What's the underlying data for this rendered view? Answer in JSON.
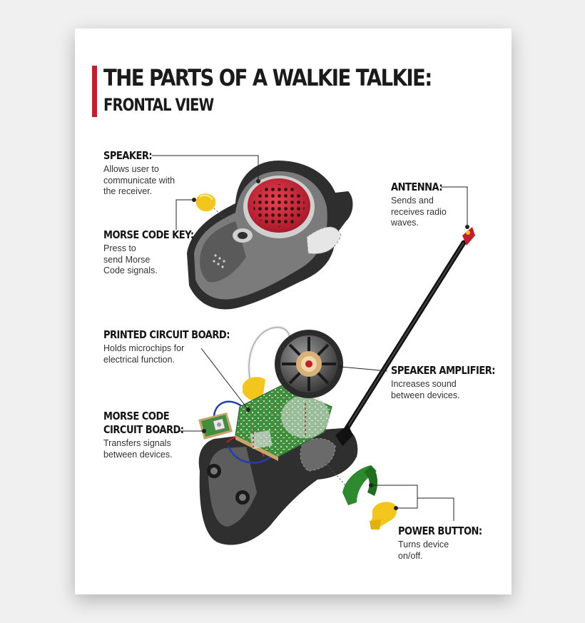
{
  "header": {
    "title": "THE PARTS OF A WALKIE TALKIE:",
    "subtitle": "FRONTAL VIEW",
    "accent_color": "#c0202e"
  },
  "parts": {
    "speaker": {
      "name": "SPEAKER:",
      "desc": "Allows user to\ncommunicate with\nthe receiver."
    },
    "morse_code_key": {
      "name": "MORSE CODE KEY:",
      "desc": "Press to\nsend Morse\nCode signals."
    },
    "antenna": {
      "name": "ANTENNA:",
      "desc": "Sends and\nreceives radio\nwaves."
    },
    "printed_circuit_board": {
      "name": "PRINTED CIRCUIT BOARD:",
      "desc": "Holds microchips for\nelectrical function."
    },
    "speaker_amplifier": {
      "name": "SPEAKER AMPLIFIER:",
      "desc": "Increases sound\nbetween devices."
    },
    "morse_code_circuit_board": {
      "name_line1": "MORSE CODE",
      "name_line2": "CIRCUIT BOARD:",
      "desc": "Transfers signals\nbetween devices."
    },
    "power_button": {
      "name": "POWER BUTTON:",
      "desc": "Turns device\non/off."
    }
  },
  "colors": {
    "speaker_red": "#d42a3a",
    "body_dark": "#3a3a3a",
    "body_mid": "#6c6c6c",
    "circuit_green": "#3f8f3f",
    "button_green": "#2f8a2f",
    "key_yellow": "#f2c61c"
  }
}
